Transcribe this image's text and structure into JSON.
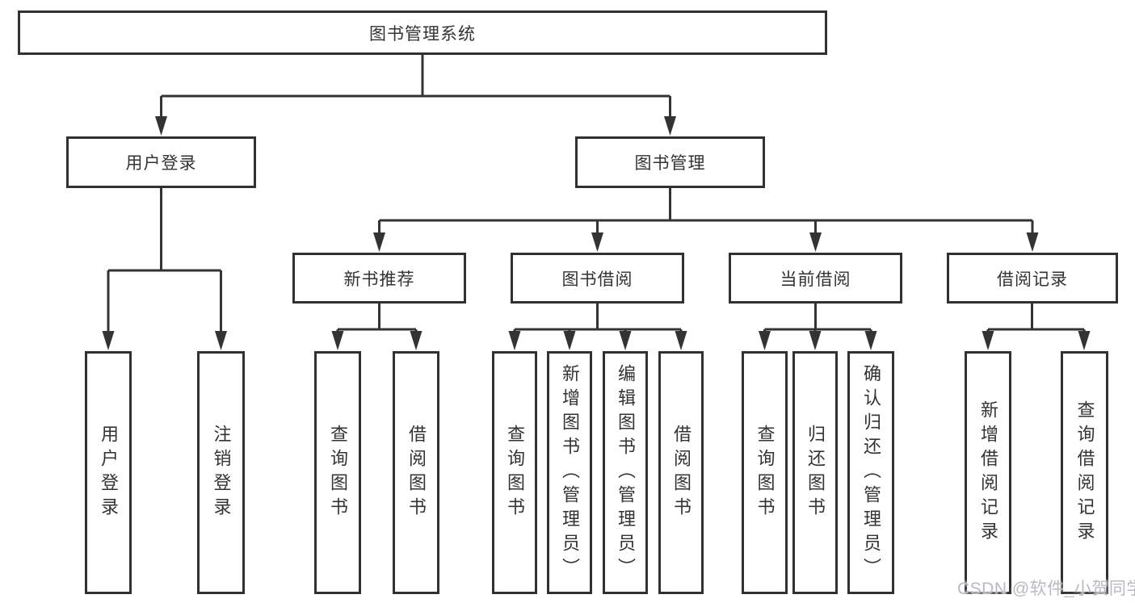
{
  "diagram": {
    "title": "图书管理系统",
    "level2": [
      {
        "id": "user-login",
        "label": "用户登录",
        "children": [
          {
            "label": "用户登录"
          },
          {
            "label": "注销登录"
          }
        ]
      },
      {
        "id": "book-management",
        "label": "图书管理",
        "children": [
          {
            "label": "新书推荐",
            "children": [
              {
                "label": "查询图书"
              },
              {
                "label": "借阅图书"
              }
            ]
          },
          {
            "label": "图书借阅",
            "children": [
              {
                "label": "查询图书"
              },
              {
                "label": "新增图书（管理员）"
              },
              {
                "label": "编辑图书（管理员）"
              },
              {
                "label": "借阅图书"
              }
            ]
          },
          {
            "label": "当前借阅",
            "children": [
              {
                "label": "查询图书"
              },
              {
                "label": "归还图书"
              },
              {
                "label": "确认归还（管理员）"
              }
            ]
          },
          {
            "label": "借阅记录",
            "children": [
              {
                "label": "新增借阅记录"
              },
              {
                "label": "查询借阅记录"
              }
            ]
          }
        ]
      }
    ],
    "colors": {
      "line": "#333333",
      "text": "#333333",
      "box_background": "#ffffff",
      "watermark": "#b7bac0"
    }
  },
  "watermark": "CSDN @软件_小贺同学"
}
